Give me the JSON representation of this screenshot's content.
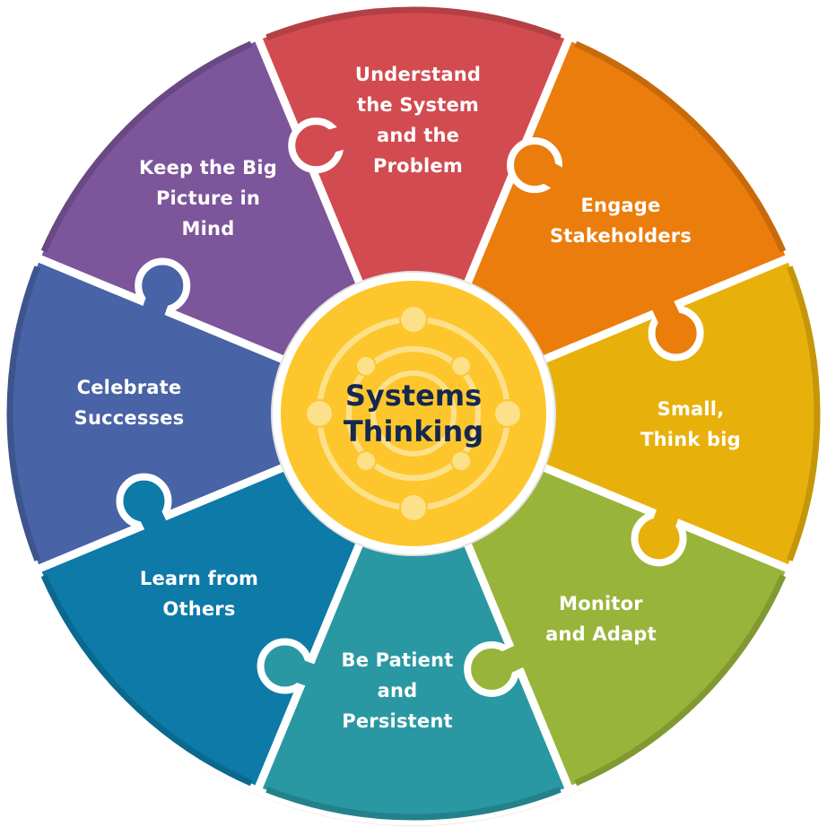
{
  "center": {
    "line1": "Systems",
    "line2": "Thinking",
    "color": "#fdc62c"
  },
  "segments": [
    {
      "lines": [
        "Understand",
        "the System",
        "and the",
        "Problem"
      ],
      "color": "#d24b50"
    },
    {
      "lines": [
        "Engage",
        "Stakeholders"
      ],
      "color": "#eb7d0c"
    },
    {
      "lines": [
        "Small,",
        "Think big"
      ],
      "color": "#e8b00a"
    },
    {
      "lines": [
        "Monitor",
        "and Adapt"
      ],
      "color": "#99b43a"
    },
    {
      "lines": [
        "Be Patient",
        "and",
        "Persistent"
      ],
      "color": "#2a98a3"
    },
    {
      "lines": [
        "Learn from",
        "Others"
      ],
      "color": "#0d7aa8"
    },
    {
      "lines": [
        "Celebrate",
        "Successes"
      ],
      "color": "#4863a6"
    },
    {
      "lines": [
        "Keep the Big",
        "Picture in",
        "Mind"
      ],
      "color": "#7c559b"
    }
  ]
}
